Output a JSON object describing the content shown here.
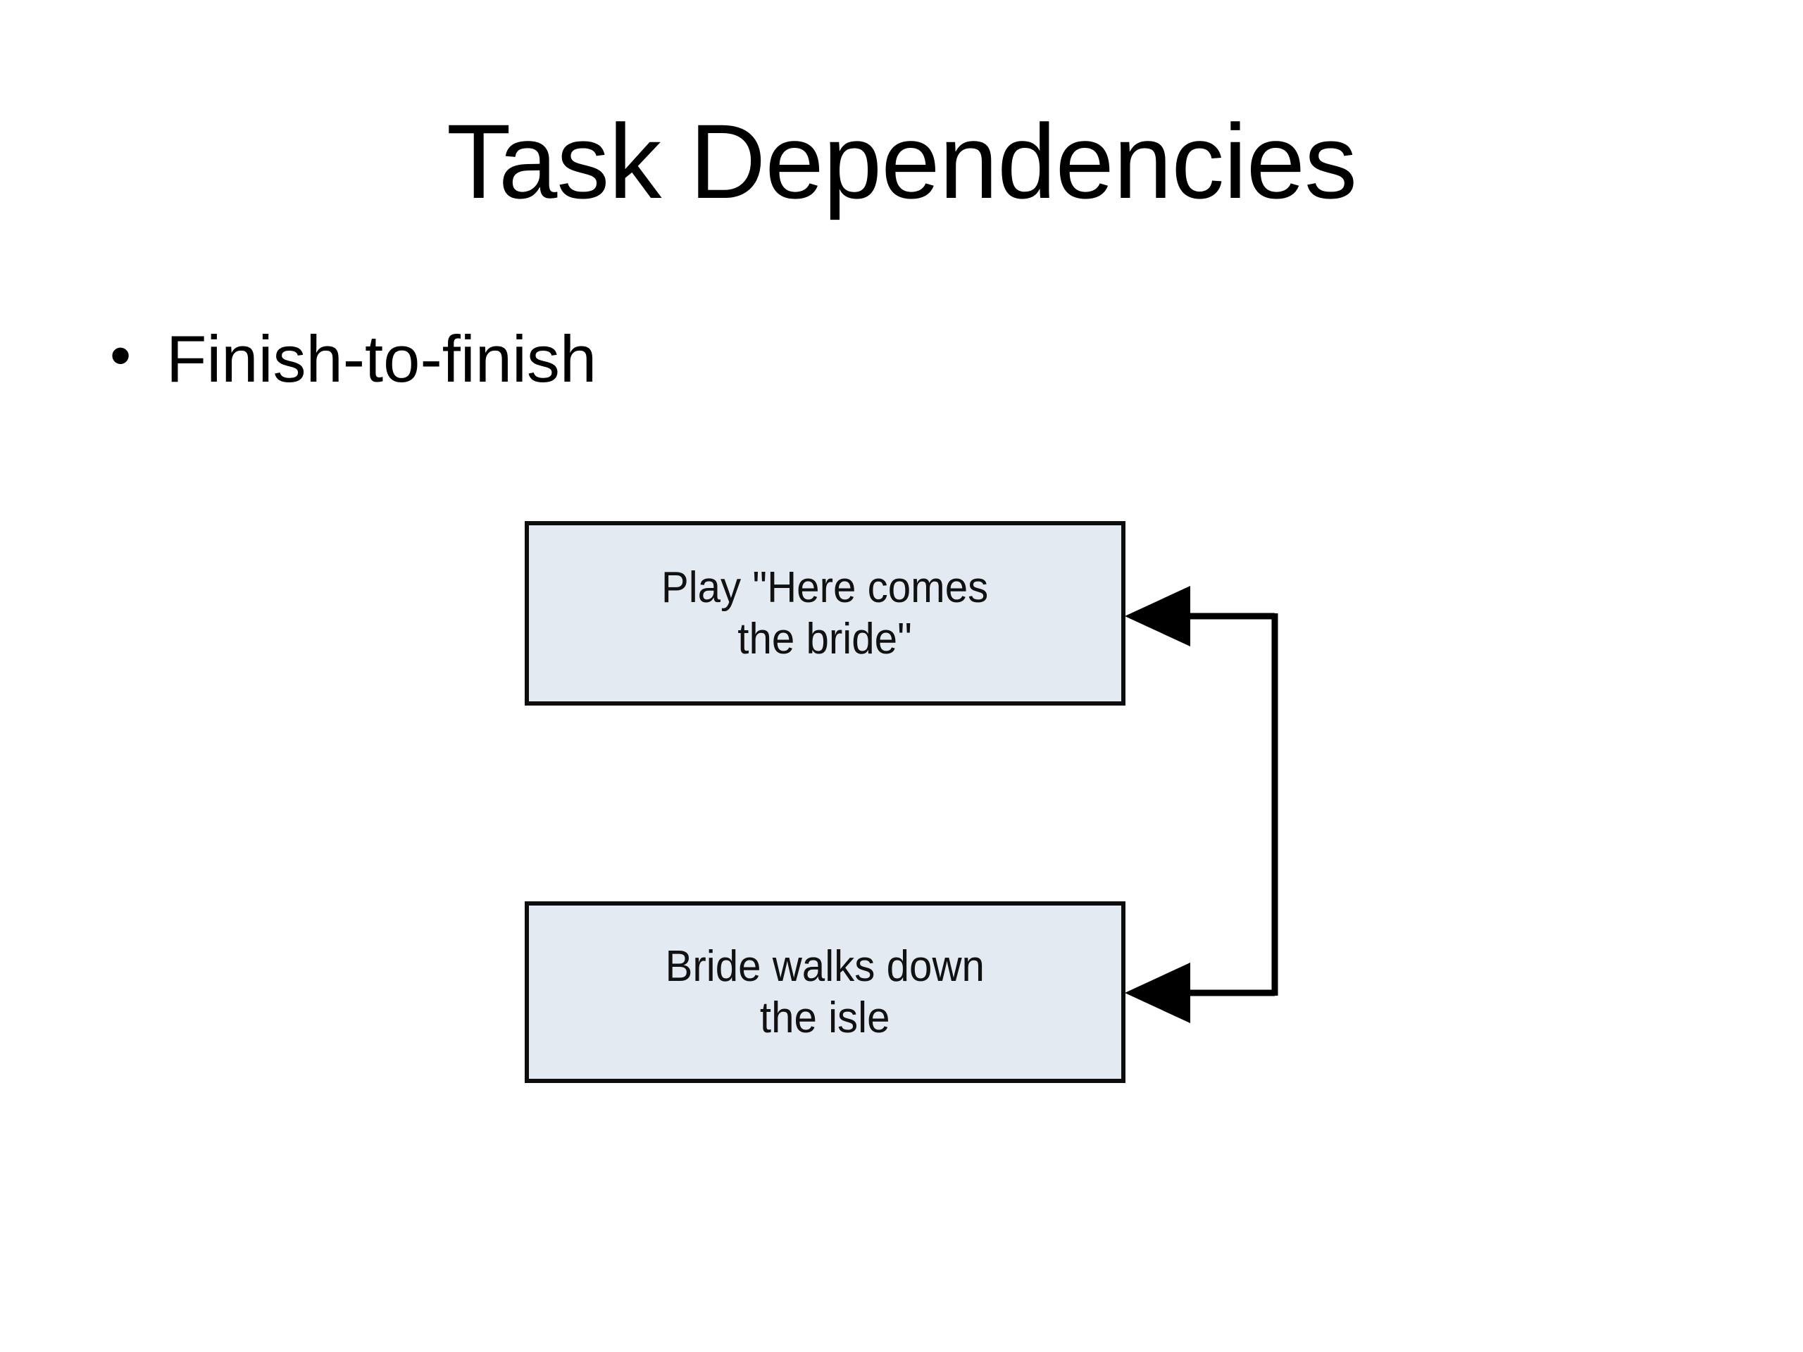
{
  "slide": {
    "title": "Task Dependencies",
    "background_color": "#ffffff",
    "text_color": "#000000"
  },
  "bullets": [
    {
      "marker": "•",
      "text": "Finish-to-finish"
    }
  ],
  "diagram": {
    "type": "dependency-diagram",
    "dependency_type": "Finish-to-finish",
    "box_fill_color": "#e4eaf2",
    "box_border_color": "#0d0d0d",
    "connector_color": "#000000",
    "boxes": [
      {
        "id": "task-1",
        "label": "Play \"Here comes\nthe bride\"",
        "line1": "Play \"Here comes",
        "line2": "the bride\""
      },
      {
        "id": "task-2",
        "label": "Bride walks down\nthe isle",
        "line1": "Bride walks down",
        "line2": "the isle"
      }
    ],
    "connectors": [
      {
        "id": "ff-link",
        "from": "task-2",
        "to": "task-1",
        "style": "finish-to-finish",
        "arrowheads": "both-ends-left-pointing"
      }
    ]
  }
}
